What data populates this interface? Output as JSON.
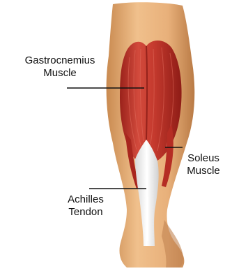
{
  "labels": {
    "gastrocnemius": {
      "line1": "Gastrocnemius",
      "line2": "Muscle"
    },
    "soleus": {
      "line1": "Soleus",
      "line2": "Muscle"
    },
    "achilles": {
      "line1": "Achilles",
      "line2": "Tendon"
    }
  },
  "colors": {
    "skin": "#E9B37F",
    "skin_shadow": "#C8894F",
    "muscle": "#C4332A",
    "muscle_dark": "#8F1D17",
    "tendon": "#F3F3F3",
    "leader_line": "#111111"
  }
}
